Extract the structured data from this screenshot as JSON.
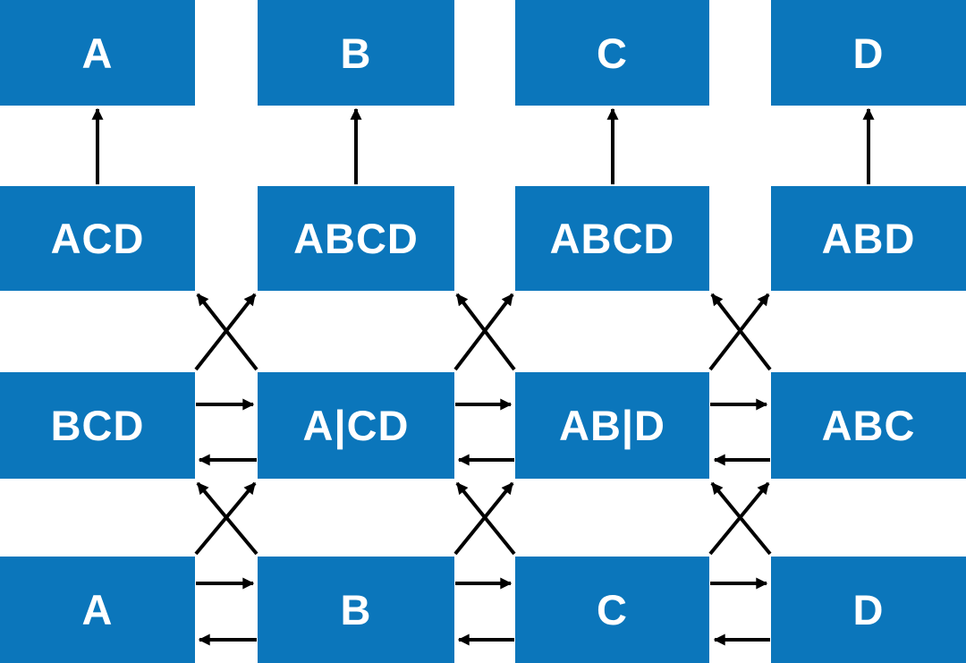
{
  "diagram": {
    "colors": {
      "box_fill": "#0b76bb",
      "box_text": "#ffffff",
      "arrow": "#000000",
      "background": "#ffffff"
    },
    "grid": {
      "rows": [
        {
          "name": "top-outputs",
          "labels": [
            "A",
            "B",
            "C",
            "D"
          ]
        },
        {
          "name": "upper-middle",
          "labels": [
            "ACD",
            "ABCD",
            "ABCD",
            "ABD"
          ]
        },
        {
          "name": "lower-middle",
          "labels": [
            "BCD",
            "A|CD",
            "AB|D",
            "ABC"
          ]
        },
        {
          "name": "bottom-inputs",
          "labels": [
            "A",
            "B",
            "C",
            "D"
          ]
        }
      ]
    },
    "edges": {
      "vertical_up": [
        "r2c1->r1c1",
        "r2c2->r1c2",
        "r2c3->r1c3",
        "r2c4->r1c4"
      ],
      "diagonal_up_rows3_to_2": [
        "r3c1->r2c2",
        "r3c2->r2c1",
        "r3c2->r2c3",
        "r3c3->r2c2",
        "r3c3->r2c4",
        "r3c4->r2c3"
      ],
      "horizontal_row3": [
        "r3c1->r3c2",
        "r3c2->r3c1",
        "r3c2->r3c3",
        "r3c3->r3c2",
        "r3c3->r3c4",
        "r3c4->r3c3"
      ],
      "diagonal_up_rows4_to_3": [
        "r4c1->r3c2",
        "r4c2->r3c1",
        "r4c2->r3c3",
        "r4c3->r3c2",
        "r4c3->r3c4",
        "r4c4->r3c3"
      ],
      "horizontal_row4": [
        "r4c1->r4c2",
        "r4c2->r4c1",
        "r4c2->r4c3",
        "r4c3->r4c2",
        "r4c3->r4c4",
        "r4c4->r4c3"
      ]
    }
  }
}
